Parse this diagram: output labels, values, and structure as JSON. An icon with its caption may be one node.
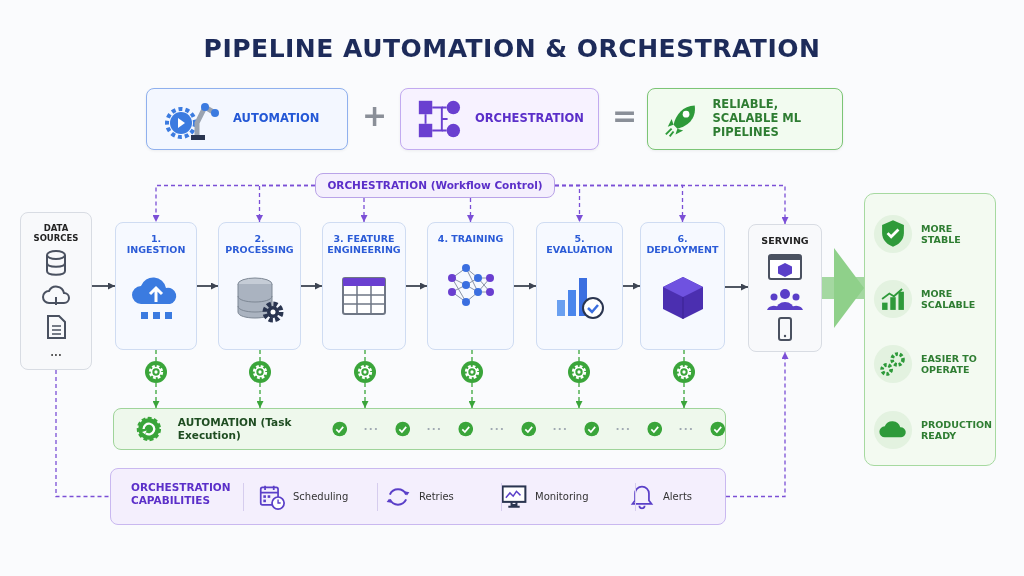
{
  "diagram": {
    "title": "PIPELINE AUTOMATION & ORCHESTRATION",
    "nodes": [
      {
        "text": [
          "AUTOMATION"
        ]
      },
      {
        "text": [
          "ORCHESTRATION"
        ]
      },
      {
        "text": [
          "RELIABLE, SCALABLE ML PIPELINES"
        ]
      },
      {
        "text": [
          "ORCHESTRATION (Workflow Control)"
        ]
      },
      {
        "text": [
          "DATA SOURCES",
          "..."
        ]
      },
      {
        "text": [
          "1. INGESTION"
        ]
      },
      {
        "text": [
          "2. PROCESSING"
        ]
      },
      {
        "text": [
          "3. FEATURE ENGINEERING"
        ]
      },
      {
        "text": [
          "4. TRAINING"
        ]
      },
      {
        "text": [
          "5. EVALUATION"
        ]
      },
      {
        "text": [
          "6. DEPLOYMENT"
        ]
      },
      {
        "text": [
          "SERVING"
        ]
      },
      {
        "text": [],
        "shape": "circle"
      },
      {
        "text": [],
        "shape": "circle"
      },
      {
        "text": [],
        "shape": "circle"
      },
      {
        "text": [],
        "shape": "circle"
      },
      {
        "text": [],
        "shape": "circle"
      },
      {
        "text": [],
        "shape": "circle"
      },
      {
        "text": [
          "AUTOMATION (Task Execution)"
        ]
      },
      {
        "text": [
          "ORCHESTRATION CAPABILITIES"
        ]
      },
      {
        "text": [
          "Scheduling"
        ],
        "in": 19
      },
      {
        "text": [
          "Retries"
        ],
        "in": 19
      },
      {
        "text": [
          "Monitoring"
        ],
        "in": 19
      },
      {
        "text": [
          "Alerts"
        ],
        "in": 19
      },
      {
        "text": [],
        "shape": "box"
      },
      {
        "text": [
          "MORE STABLE"
        ],
        "in": 24
      },
      {
        "text": [
          "MORE SCALABLE"
        ],
        "in": 24
      },
      {
        "text": [
          "EASIER TO OPERATE"
        ],
        "in": 24
      },
      {
        "text": [
          "PRODUCTION READY"
        ],
        "in": 24
      }
    ],
    "edges": [
      {
        "from": 3,
        "to": 5,
        "arrow": "to",
        "style": "dashed",
        "color": "#7b4fd6"
      },
      {
        "from": 3,
        "to": 6,
        "arrow": "to",
        "style": "dashed",
        "color": "#7b4fd6"
      },
      {
        "from": 3,
        "to": 7,
        "arrow": "to",
        "style": "dashed",
        "color": "#7b4fd6"
      },
      {
        "from": 3,
        "to": 8,
        "arrow": "to",
        "style": "dashed",
        "color": "#7b4fd6"
      },
      {
        "from": 3,
        "to": 9,
        "arrow": "to",
        "style": "dashed",
        "color": "#7b4fd6"
      },
      {
        "from": 3,
        "to": 10,
        "arrow": "to",
        "style": "dashed",
        "color": "#7b4fd6"
      },
      {
        "from": 3,
        "to": 11,
        "arrow": "to",
        "style": "dashed",
        "color": "#7b4fd6"
      },
      {
        "from": 4,
        "to": 5,
        "arrow": "to",
        "color": "#3d4452"
      },
      {
        "from": 5,
        "to": 6,
        "arrow": "to",
        "color": "#3d4452"
      },
      {
        "from": 6,
        "to": 7,
        "arrow": "to",
        "color": "#3d4452"
      },
      {
        "from": 7,
        "to": 8,
        "arrow": "to",
        "color": "#3d4452"
      },
      {
        "from": 8,
        "to": 9,
        "arrow": "to",
        "color": "#3d4452"
      },
      {
        "from": 9,
        "to": 10,
        "arrow": "to",
        "color": "#3d4452"
      },
      {
        "from": 10,
        "to": 11,
        "arrow": "to",
        "color": "#3d4452"
      },
      {
        "from": 5,
        "to": 12,
        "arrow": "none",
        "style": "dashed",
        "color": "#3aa53a"
      },
      {
        "from": 6,
        "to": 13,
        "arrow": "none",
        "style": "dashed",
        "color": "#3aa53a"
      },
      {
        "from": 7,
        "to": 14,
        "arrow": "none",
        "style": "dashed",
        "color": "#3aa53a"
      },
      {
        "from": 8,
        "to": 15,
        "arrow": "none",
        "style": "dashed",
        "color": "#3aa53a"
      },
      {
        "from": 9,
        "to": 16,
        "arrow": "none",
        "style": "dashed",
        "color": "#3aa53a"
      },
      {
        "from": 10,
        "to": 17,
        "arrow": "none",
        "style": "dashed",
        "color": "#3aa53a"
      },
      {
        "from": 12,
        "to": 18,
        "arrow": "to",
        "style": "dashed",
        "color": "#3aa53a"
      },
      {
        "from": 13,
        "to": 18,
        "arrow": "to",
        "style": "dashed",
        "color": "#3aa53a"
      },
      {
        "from": 14,
        "to": 18,
        "arrow": "to",
        "style": "dashed",
        "color": "#3aa53a"
      },
      {
        "from": 15,
        "to": 18,
        "arrow": "to",
        "style": "dashed",
        "color": "#3aa53a"
      },
      {
        "from": 16,
        "to": 18,
        "arrow": "to",
        "style": "dashed",
        "color": "#3aa53a"
      },
      {
        "from": 17,
        "to": 18,
        "arrow": "to",
        "style": "dashed",
        "color": "#3aa53a"
      },
      {
        "from": 4,
        "to": 19,
        "arrow": "none",
        "style": "dashed",
        "color": "#7b4fd6"
      },
      {
        "from": 19,
        "to": 11,
        "arrow": "to",
        "style": "dashed",
        "color": "#7b4fd6"
      },
      {
        "from": 11,
        "to": 24,
        "arrow": "to",
        "style": "thick",
        "color": "#8fd08a"
      }
    ],
    "labels": [
      "+",
      "="
    ]
  }
}
